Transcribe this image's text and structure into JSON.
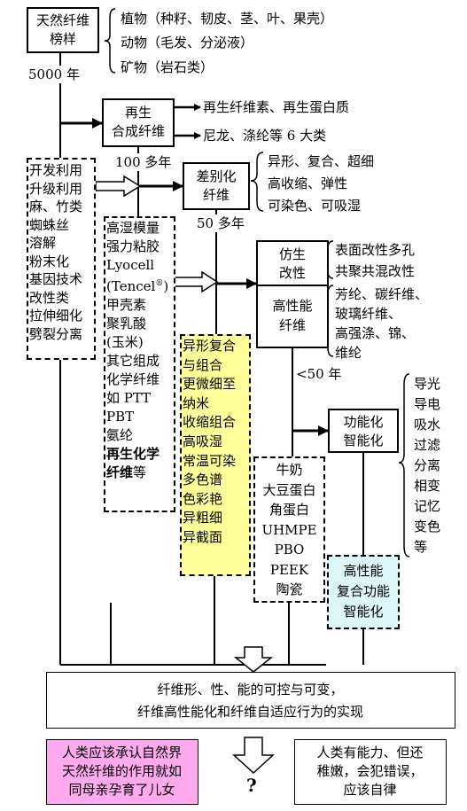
{
  "natural_fiber": {
    "title_lines": [
      "天然纤维",
      "榜样"
    ],
    "sources": [
      "植物（种籽、韧皮、茎、叶、果壳）",
      "动物（毛发、分泌液）",
      "矿物（岩石类）"
    ],
    "years": "5000 年"
  },
  "regenerated": {
    "title_lines": [
      "再生",
      "合成纤维"
    ],
    "outputs": [
      "再生纤维素、再生蛋白质",
      "尼龙、涤纶等 6 大类"
    ],
    "years": "100 多年"
  },
  "development": {
    "items": [
      "开发利用",
      "升级利用",
      "麻、竹类",
      "蜘蛛丝",
      "溶解",
      "粉末化",
      "基因技术",
      "改性类",
      "拉伸细化",
      "劈裂分离"
    ]
  },
  "differentiated": {
    "title_lines": [
      "差别化",
      "纤维"
    ],
    "features": [
      "异形、复合、超细",
      "高收缩、弹性",
      "可染色、可吸湿"
    ],
    "years": "50 多年"
  },
  "chemical_fibers": {
    "items": [
      "高湿模量",
      "强力粘胶",
      "Lyocell",
      "(Tencel",
      "®",
      ")",
      "甲壳素",
      "聚乳酸",
      "(玉米)",
      "其它组成",
      "化学纤维",
      "如 PTT",
      "PBT",
      "氨纶"
    ],
    "bold_lines": [
      "再生化学",
      "纤维"
    ],
    "suffix": "等"
  },
  "bionic": {
    "title_lines": [
      "仿生",
      "改性"
    ],
    "features": [
      "表面改性多孔",
      "共聚共混改性"
    ]
  },
  "high_performance": {
    "title_lines": [
      "高性能",
      "纤维"
    ],
    "features": [
      "芳纶、碳纤维、",
      "玻璃纤维、",
      "高强涤、锦、",
      "维纶"
    ],
    "years": "<50 年"
  },
  "composite_forms": {
    "items": [
      "异形复合",
      "与组合",
      "更微细至",
      "纳米",
      "收缩组合",
      "高吸湿",
      "常温可染",
      "多色谱",
      "色彩艳",
      "异粗细",
      "异截面"
    ],
    "color": "#ffff99"
  },
  "functional": {
    "title_lines": [
      "功能化",
      "智能化"
    ],
    "features": [
      "导光",
      "导电",
      "吸水",
      "过滤",
      "分离",
      "相变",
      "记忆",
      "变色",
      "等"
    ]
  },
  "protein_materials": {
    "items": [
      "牛奶",
      "大豆蛋白",
      "角蛋白",
      "UHMPE",
      "PBO",
      "PEEK",
      "陶瓷"
    ]
  },
  "hp_composite": {
    "lines": [
      "高性能",
      "复合功能",
      "智能化"
    ],
    "color": "#ddf6f8"
  },
  "conclusion": {
    "lines": [
      "纤维形、性、能的可控与可变，",
      "纤维高性能化和纤维自适应行为的实现"
    ]
  },
  "bottom": {
    "left_lines": [
      "人类应该承认自然界",
      "天然纤维的作用就如",
      "同母亲孕育了儿女"
    ],
    "left_color": "#ffaaee",
    "question": "?",
    "right_lines": [
      "人类有能力、但还",
      "稚嫩，会犯错误，",
      "应该自律"
    ]
  }
}
